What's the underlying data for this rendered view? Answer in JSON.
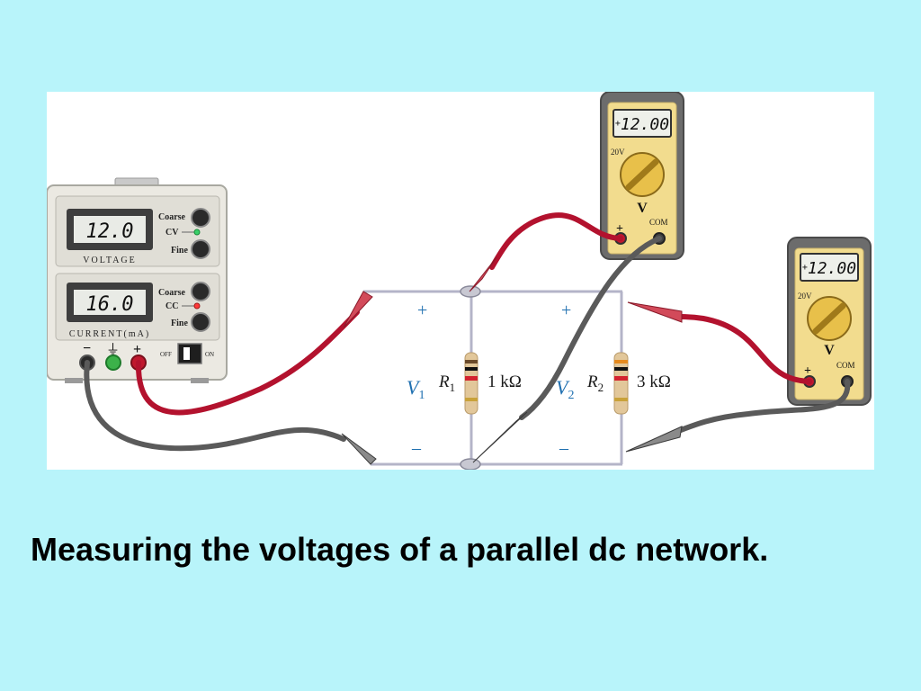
{
  "power_supply": {
    "voltage_display": "12.0",
    "current_display": "16.0",
    "voltage_label": "VOLTAGE",
    "current_label": "CURRENT(mA)",
    "coarse_label": "Coarse",
    "fine_label": "Fine",
    "cv_label": "CV",
    "cc_label": "CC",
    "minus_label": "−",
    "plus_label": "+",
    "off_label": "OFF",
    "on_label": "ON"
  },
  "circuit": {
    "v1_symbol": "V",
    "v1_sub": "1",
    "v2_symbol": "V",
    "v2_sub": "2",
    "r1_symbol": "R",
    "r1_sub": "1",
    "r2_symbol": "R",
    "r2_sub": "2",
    "r1_value": "1 kΩ",
    "r2_value": "3 kΩ",
    "plus_sign": "+",
    "minus_sign": "–"
  },
  "meter1": {
    "display": "12.00",
    "range": "20V",
    "mode": "V",
    "com_label": "COM",
    "plus_label": "+"
  },
  "meter2": {
    "display": "12.00",
    "range": "20V",
    "mode": "V",
    "com_label": "COM",
    "plus_label": "+"
  },
  "caption": "Measuring the voltages of a parallel dc network.",
  "colors": {
    "background": "#b8f4fa",
    "red_lead": "#b3122e",
    "black_lead": "#5a5a5a",
    "meter_body": "#f2dc8e",
    "meter_case": "#707070",
    "wire": "#b4b4c8",
    "label_blue": "#1e6fb0"
  }
}
